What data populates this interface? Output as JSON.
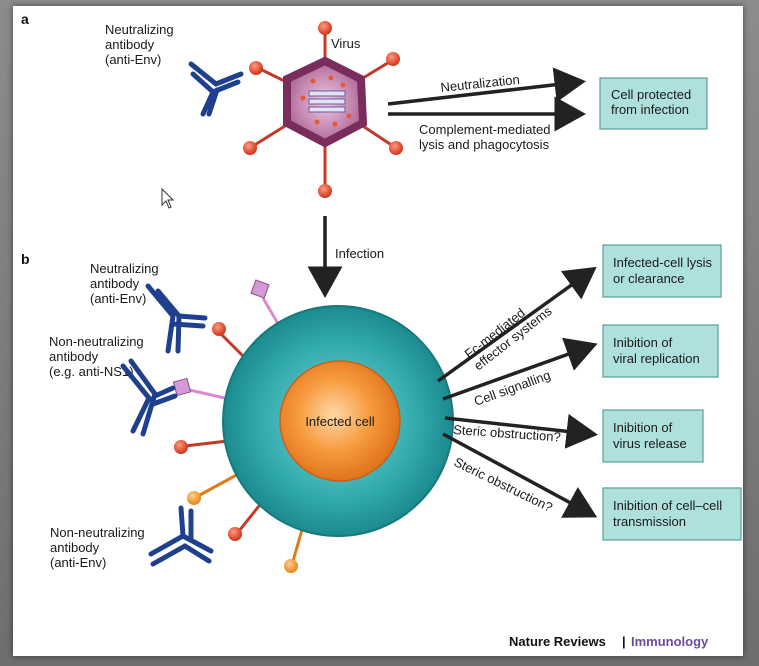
{
  "panels": {
    "a": "a",
    "b": "b"
  },
  "panel_a": {
    "antibody_label": [
      "Neutralizing",
      "antibody",
      "(anti-Env)"
    ],
    "virus_label": "Virus",
    "arrow_top_label": "Neutralization",
    "arrow_bottom_label": [
      "Complement-mediated",
      "lysis and phagocytosis"
    ],
    "outcome_box": [
      "Cell protected",
      "from infection"
    ]
  },
  "infection_label": "Infection",
  "panel_b": {
    "antibody1_label": [
      "Neutralizing",
      "antibody",
      "(anti-Env)"
    ],
    "antibody2_label": [
      "Non-neutralizing",
      "antibody",
      "(e.g. anti-NS1)"
    ],
    "antibody3_label": [
      "Non-neutralizing",
      "antibody",
      "(anti-Env)"
    ],
    "cell_label": "Infected cell",
    "arrow_labels": [
      "Fc-mediated",
      "effector systems",
      "Cell signalling",
      "Steric obstruction?",
      "Steric obstruction?"
    ],
    "outcome_boxes": [
      [
        "Infected-cell lysis",
        "or clearance"
      ],
      [
        "Inibition of",
        "viral replication"
      ],
      [
        "Inibition of",
        "virus release"
      ],
      [
        "Inibition of cell–cell",
        "transmission"
      ]
    ]
  },
  "credit": {
    "publisher": "Nature Reviews",
    "separator": "|",
    "journal": "Immunology"
  },
  "colors": {
    "box_fill": "#aee0dd",
    "cell_teal": "#2aa5a8",
    "nucleus_orange": "#f28a2e",
    "antibody_blue": "#1f3f8f",
    "virus_magenta": "#a34e7c",
    "credit_purple": "#6a4a9c"
  },
  "icons": [
    "cursor-arrow-icon"
  ]
}
